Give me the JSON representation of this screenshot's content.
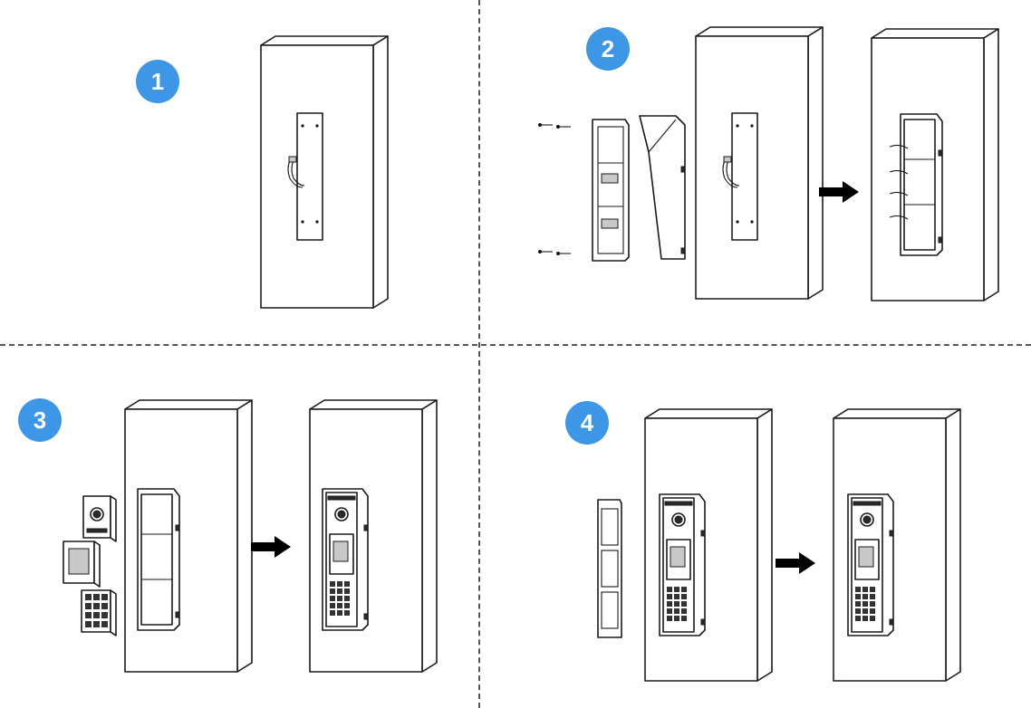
{
  "steps": [
    {
      "number": "1"
    },
    {
      "number": "2"
    },
    {
      "number": "3"
    },
    {
      "number": "4"
    }
  ],
  "colors": {
    "badge": "#3d97e6",
    "line": "#1a1a1a",
    "divider": "#555555"
  }
}
